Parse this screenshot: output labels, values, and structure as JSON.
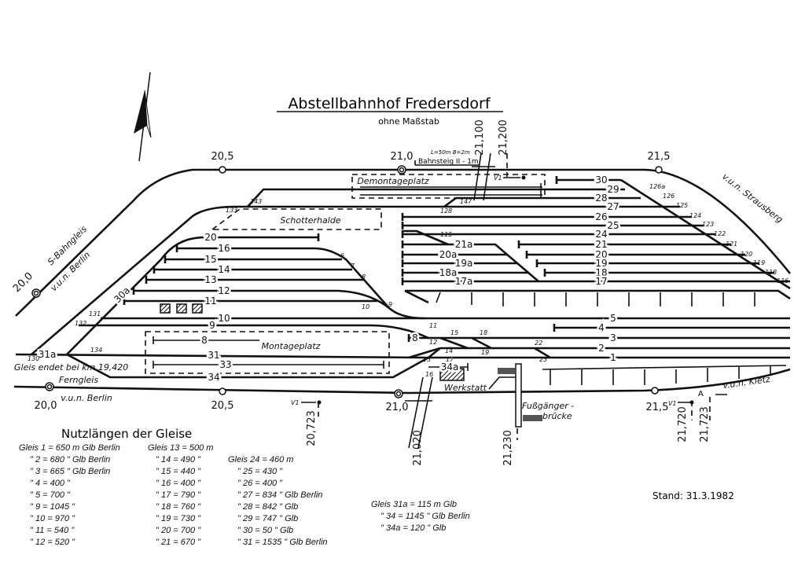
{
  "title": "Abstellbahnhof Fredersdorf",
  "subtitle": "ohne Maßstab",
  "stand": "Stand:  31.3.1982",
  "km_top": [
    "20,5",
    "21,0",
    "21,5"
  ],
  "km_bottom": [
    "20,0",
    "20,5",
    "21,0",
    "21,5"
  ],
  "km_sbahn": "20,0",
  "km_vertical": [
    "21,100",
    "21,200",
    "20,723",
    "21,020",
    "21,230",
    "21,720",
    "21,723"
  ],
  "line_labels": {
    "sbahn": "S-Bahngleis",
    "sbahn_dir": "v.u.n. Berlin",
    "strausberg": "v.u.n. Strausberg",
    "fern": "Ferngleis",
    "fern_dir": "v.u.n. Berlin",
    "kietz": "v.u.n. Kietz",
    "gleis_end": "Gleis endet bei km 19,420",
    "bahnsteig": "Bahnsteig II - 1m",
    "bahnsteig_dim": "L=50m B=2m",
    "signal_a": "A",
    "signal_v1": "V1",
    "signal_v2": "V1",
    "signal_v3": "V1"
  },
  "areas": {
    "demontage": "Demontageplatz",
    "schotter": "Schotterhalde",
    "montage": "Montageplatz",
    "werkstatt": "Werkstatt",
    "bruecke1": "Fußgänger -",
    "bruecke2": "brücke"
  },
  "tracks": {
    "t30": "30",
    "t29": "29",
    "t28": "28",
    "t27": "27",
    "t26": "26",
    "t25": "25",
    "t24": "24",
    "t21": "21",
    "t20r": "20",
    "t19": "19",
    "t18": "18",
    "t17": "17",
    "t21a": "21a",
    "t20a": "20a",
    "t19a": "19a",
    "t18a": "18a",
    "t17a": "17a",
    "t20": "20",
    "t16": "16",
    "t15": "15",
    "t14": "14",
    "t13": "13",
    "t12": "12",
    "t11": "11",
    "t10": "10",
    "t9": "9",
    "t8": "8",
    "t8b": "8",
    "t31": "31",
    "t33": "33",
    "t34": "34",
    "t5": "5",
    "t4": "4",
    "t3": "3",
    "t2": "2",
    "t1": "1",
    "t30a": "30a",
    "t31a": "31a",
    "t34a": "34a"
  },
  "switches": [
    "143",
    "133",
    "147",
    "128",
    "115",
    "126a",
    "126",
    "125",
    "124",
    "123",
    "122",
    "121",
    "120",
    "119",
    "118",
    "116",
    "6",
    "7",
    "8",
    "10",
    "9",
    "131",
    "132",
    "130",
    "134",
    "11",
    "12",
    "15",
    "18",
    "14",
    "19",
    "13",
    "17",
    "22",
    "23",
    "16"
  ],
  "table": {
    "heading": "Nutzlängen der Gleise",
    "col1": [
      "Gleis  1 = 650 m   Glb Berlin",
      "\"   2 = 680 \"   Glb Berlin",
      "\"   3 = 665 \"   Glb Berlin",
      "\"   4 = 400 \"",
      "\"   5 = 700 \"",
      "\"   9 = 1045 \"",
      "\"  10 = 970 \"",
      "\"  11 = 540 \"",
      "\"  12 = 520 \""
    ],
    "col2": [
      "Gleis 13 = 500 m",
      "\"  14 = 490 \"",
      "\"  15 = 440 \"",
      "\"  16 = 400 \"",
      "\"  17 = 790 \"",
      "\"  18 = 760 \"",
      "\"  19 = 730 \"",
      "\"  20 = 700 \"",
      "\"  21 = 670 \""
    ],
    "col3": [
      "Gleis 24 =  460 m",
      "\"   25 =  430 \"",
      "\"   26 =  400 \"",
      "\"   27 =  834 \"  Glb Berlin",
      "\"   28 =  842 \"  Glb",
      "\"   29 =  747 \"  Glb",
      "\"   30 =    50 \"  Glb",
      "\"   31 = 1535 \"  Glb Berlin"
    ],
    "col4": [
      "Gleis  31a =  115 m Glb",
      "\"    34 = 1145 \"  Glb Berlin",
      "\"    34a =  120 \"  Glb"
    ]
  }
}
